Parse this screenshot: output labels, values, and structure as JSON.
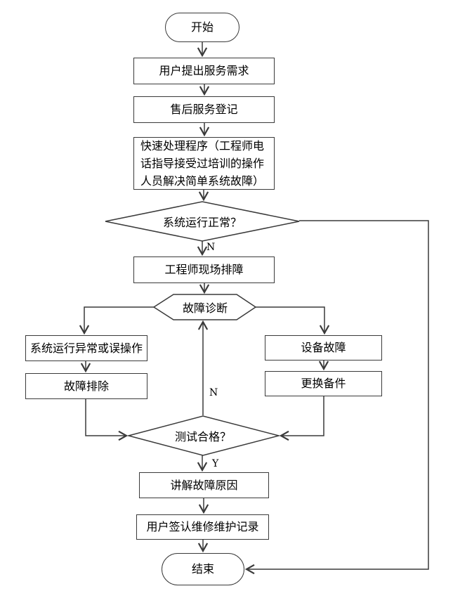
{
  "diagram": {
    "title": "after-sales-service-flowchart",
    "colors": {
      "line": "#3a3a3a",
      "text": "#000000",
      "background": "#ffffff"
    },
    "nodes": {
      "start": {
        "type": "terminator",
        "label": "开始"
      },
      "request": {
        "type": "process",
        "label": "用户提出服务需求"
      },
      "register": {
        "type": "process",
        "label": "售后服务登记"
      },
      "quick": {
        "type": "process",
        "label": "快速处理程序（工程师电话指导接受过培训的操作人员解决简单系统故障）"
      },
      "system_ok": {
        "type": "decision",
        "label": "系统运行正常？"
      },
      "onsite": {
        "type": "process",
        "label": "工程师现场排障"
      },
      "diagnose": {
        "type": "preparation",
        "label": "故障诊断"
      },
      "abnormal": {
        "type": "process",
        "label": "系统运行异常或误操作"
      },
      "eliminate": {
        "type": "process",
        "label": "故障排除"
      },
      "equip_fault": {
        "type": "process",
        "label": "设备故障"
      },
      "replace": {
        "type": "process",
        "label": "更换备件"
      },
      "test_ok": {
        "type": "decision",
        "label": "测试合格？"
      },
      "explain": {
        "type": "process",
        "label": "讲解故障原因"
      },
      "sign": {
        "type": "process",
        "label": "用户签认维修维护记录"
      },
      "end": {
        "type": "terminator",
        "label": "结束"
      }
    },
    "edge_labels": {
      "system_ok_no": "N",
      "test_ok_no": "N",
      "test_ok_yes": "Y"
    }
  }
}
